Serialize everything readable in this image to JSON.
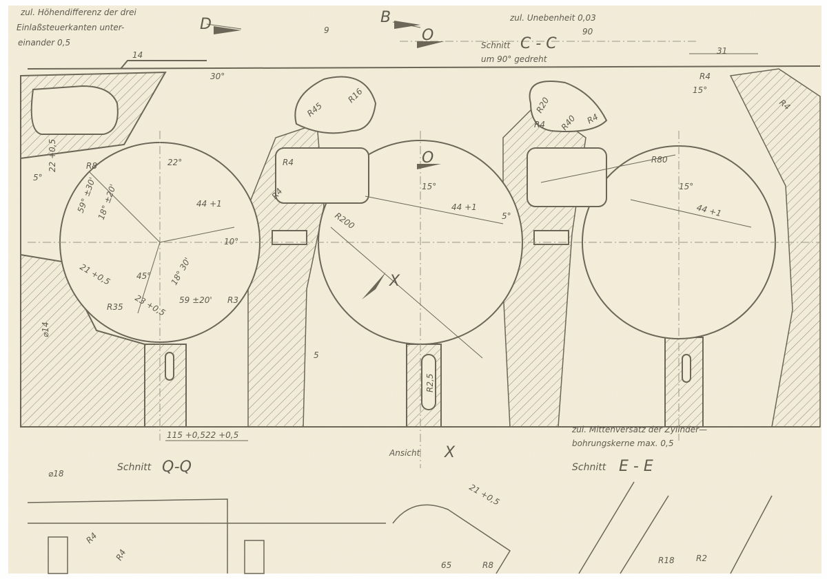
{
  "notes": {
    "height_diff_1": "zul. Höhendifferenz der drei",
    "height_diff_2": "Einlaßsteuerkanten unter-",
    "height_diff_3": "einander 0,5",
    "flatness": "zul. Unebenheit  0,03",
    "center_offset_1": "zul. Mittenversatz der Zylinder—",
    "center_offset_2": "bohrungskerne max. 0,5"
  },
  "sections": {
    "c_prefix": "Schnitt",
    "c_label": "C - C",
    "c_sub": "um 90° gedreht",
    "q_prefix": "Schnitt",
    "q_label": "Q-Q",
    "e_prefix": "Schnitt",
    "e_label": "E - E",
    "x_prefix": "Ansicht",
    "x_label": "X",
    "d_marker": "D",
    "b_marker": "B",
    "o_marker": "O",
    "o_marker2": "O",
    "x_marker": "X"
  },
  "dimensions": [
    "14",
    "30°",
    "22°",
    "44 +1",
    "10°",
    "5°",
    "22 +0,5",
    "R8",
    "59° ±30'",
    "18° ±20'",
    "21 +0,5",
    "45°",
    "18° 30'",
    "23 +0,5",
    "59 ±20'",
    "R35",
    "⌀14",
    "R3",
    "115 +0,5",
    "22 +0,5",
    "R45",
    "R16",
    "R4",
    "R4",
    "R200",
    "15°",
    "44 +1",
    "5°",
    "5",
    "R2,5",
    "R20",
    "R4",
    "R40",
    "R4",
    "R80",
    "15°",
    "44 +1",
    "R4",
    "15°",
    "R4",
    "31",
    "90",
    "9",
    "⌀18",
    "R4",
    "R4",
    "R8",
    "R18",
    "R2",
    "21 +0,5",
    "65"
  ]
}
